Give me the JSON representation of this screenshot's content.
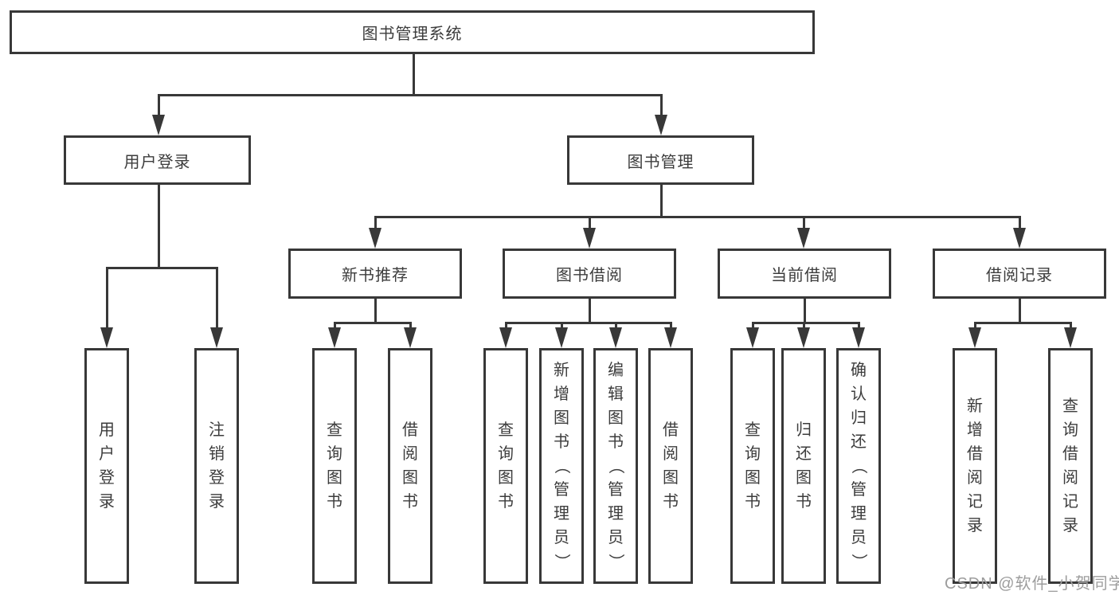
{
  "diagram": {
    "root": {
      "label": "图书管理系统"
    },
    "branches": [
      {
        "label": "用户登录",
        "children": [
          {
            "label": "用户登录"
          },
          {
            "label": "注销登录"
          }
        ]
      },
      {
        "label": "图书管理",
        "groups": [
          {
            "label": "新书推荐",
            "children": [
              {
                "label": "查询图书"
              },
              {
                "label": "借阅图书"
              }
            ]
          },
          {
            "label": "图书借阅",
            "children": [
              {
                "label": "查询图书"
              },
              {
                "label": "新增图书（管理员）"
              },
              {
                "label": "编辑图书（管理员）"
              },
              {
                "label": "借阅图书"
              }
            ]
          },
          {
            "label": "当前借阅",
            "children": [
              {
                "label": "查询图书"
              },
              {
                "label": "归还图书"
              },
              {
                "label": "确认归还（管理员）"
              }
            ]
          },
          {
            "label": "借阅记录",
            "children": [
              {
                "label": "新增借阅记录"
              },
              {
                "label": "查询借阅记录"
              }
            ]
          }
        ]
      }
    ]
  },
  "watermark": {
    "text": "CSDN @软件_小贺同学"
  },
  "colors": {
    "line": "#383838",
    "box_border": "#383838",
    "box_fill": "#ffffff",
    "text": "#3c3c3c",
    "background": "#ffffff",
    "watermark": "#9d9d9d"
  }
}
